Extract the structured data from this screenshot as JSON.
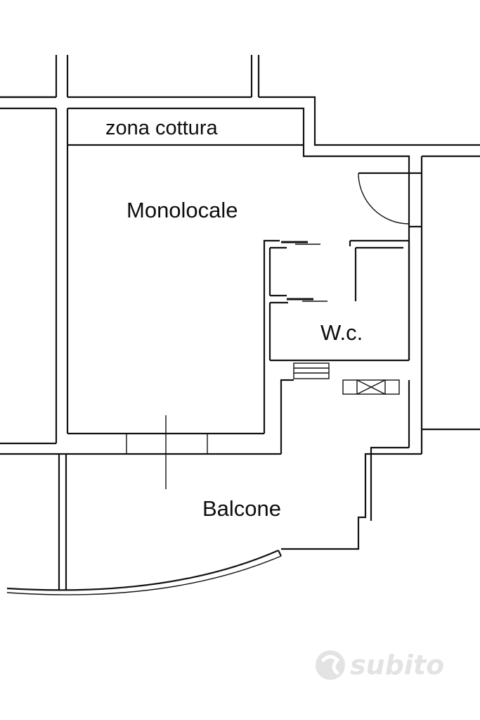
{
  "rooms": {
    "kitchen": "zona cottura",
    "studio": "Monolocale",
    "bathroom": "W.c.",
    "balcony": "Balcone"
  },
  "watermark": {
    "text": "subito",
    "color": "#e3e3e3"
  },
  "colors": {
    "line": "#111111",
    "background": "#ffffff"
  }
}
